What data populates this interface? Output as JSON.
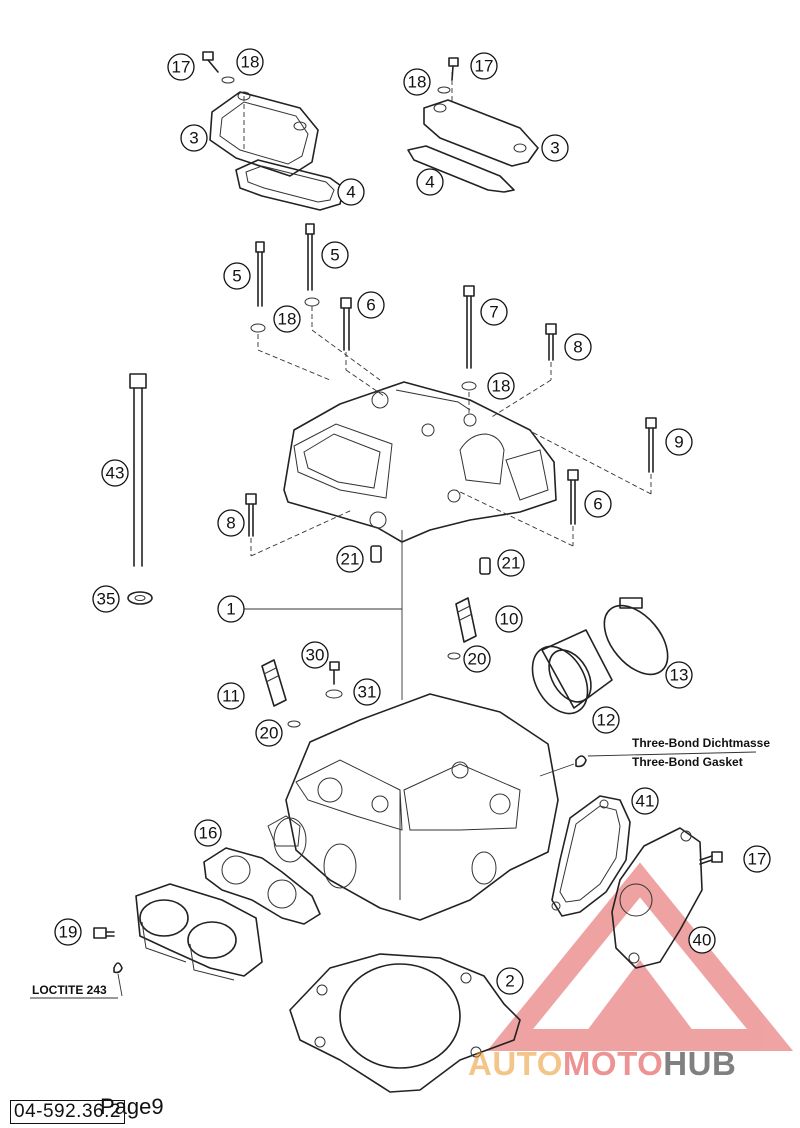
{
  "diagram": {
    "callouts": [
      {
        "id": "c17a",
        "label": "17"
      },
      {
        "id": "c18a",
        "label": "18"
      },
      {
        "id": "c3a",
        "label": "3"
      },
      {
        "id": "c4a",
        "label": "4"
      },
      {
        "id": "c18b",
        "label": "18"
      },
      {
        "id": "c17b",
        "label": "17"
      },
      {
        "id": "c3b",
        "label": "3"
      },
      {
        "id": "c4b",
        "label": "4"
      },
      {
        "id": "c5a",
        "label": "5"
      },
      {
        "id": "c5b",
        "label": "5"
      },
      {
        "id": "c18c",
        "label": "18"
      },
      {
        "id": "c6a",
        "label": "6"
      },
      {
        "id": "c7",
        "label": "7"
      },
      {
        "id": "c8a",
        "label": "8"
      },
      {
        "id": "c18d",
        "label": "18"
      },
      {
        "id": "c9",
        "label": "9"
      },
      {
        "id": "c43",
        "label": "43"
      },
      {
        "id": "c8b",
        "label": "8"
      },
      {
        "id": "c6b",
        "label": "6"
      },
      {
        "id": "c21a",
        "label": "21"
      },
      {
        "id": "c21b",
        "label": "21"
      },
      {
        "id": "c35",
        "label": "35"
      },
      {
        "id": "c1",
        "label": "1"
      },
      {
        "id": "c10",
        "label": "10"
      },
      {
        "id": "c20a",
        "label": "20"
      },
      {
        "id": "c13",
        "label": "13"
      },
      {
        "id": "c30",
        "label": "30"
      },
      {
        "id": "c31",
        "label": "31"
      },
      {
        "id": "c11",
        "label": "11"
      },
      {
        "id": "c20b",
        "label": "20"
      },
      {
        "id": "c12",
        "label": "12"
      },
      {
        "id": "c41",
        "label": "41"
      },
      {
        "id": "c16",
        "label": "16"
      },
      {
        "id": "c17c",
        "label": "17"
      },
      {
        "id": "c19",
        "label": "19"
      },
      {
        "id": "c40",
        "label": "40"
      },
      {
        "id": "c2",
        "label": "2"
      }
    ],
    "notes": {
      "gasket_de": "Three-Bond Dichtmasse",
      "gasket_en": "Three-Bond Gasket",
      "loctite": "LOCTITE 243"
    }
  },
  "footer": {
    "drawing_code": "04-592.36.2",
    "page": "Page9"
  },
  "watermark": {
    "part1": "AUTO",
    "part2": "MOTO",
    "part3": "HUB",
    "color_triangle": "#e04848"
  }
}
